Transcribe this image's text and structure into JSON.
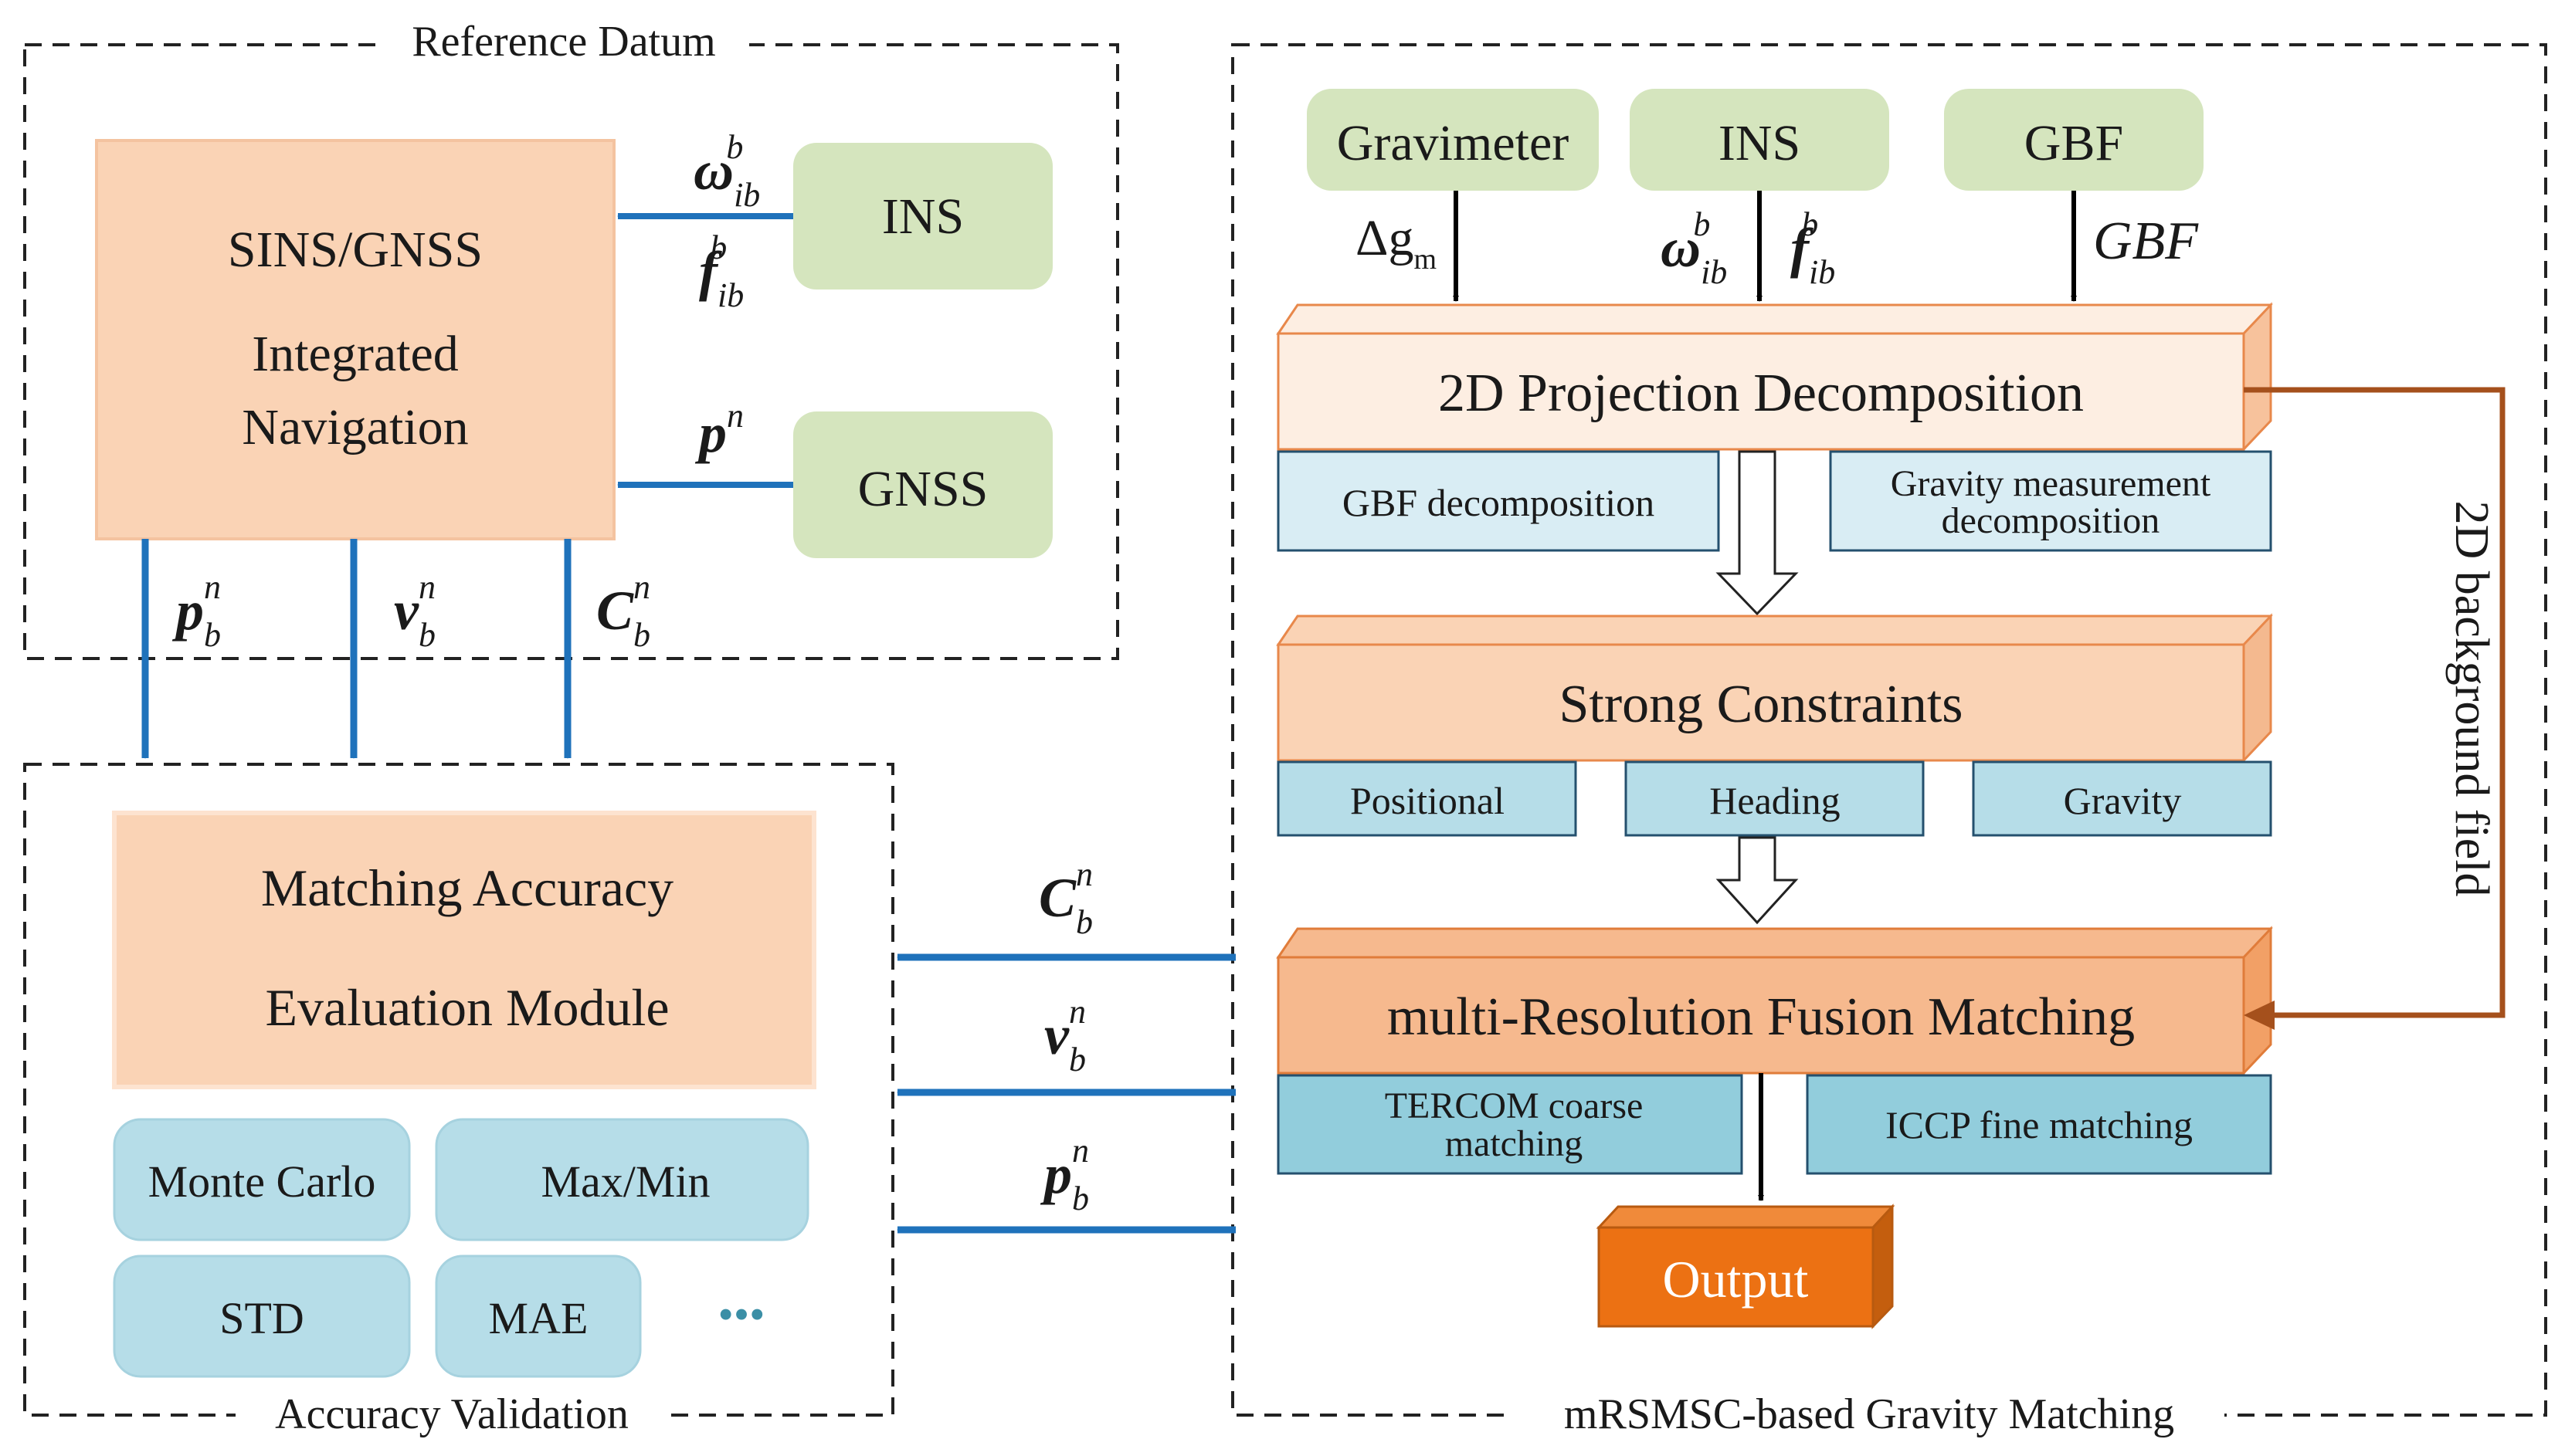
{
  "groups": {
    "reference": "Reference Datum",
    "validation": "Accuracy Validation",
    "matching": "mRSMSC-based Gravity Matching"
  },
  "reference": {
    "sins_line1": "SINS/GNSS",
    "sins_line2": "Integrated",
    "sins_line3": "Navigation",
    "ins": "INS",
    "gnss": "GNSS"
  },
  "validation": {
    "module_line1": "Matching Accuracy",
    "module_line2": "Evaluation Module",
    "metrics": [
      "Monte Carlo",
      "Max/Min",
      "STD",
      "MAE"
    ],
    "ellipsis": "•••"
  },
  "matching": {
    "sources": [
      "Gravimeter",
      "INS",
      "GBF"
    ],
    "projection": "2D Projection Decomposition",
    "projection_subs": [
      "GBF decomposition",
      "Gravity measurement",
      "decomposition"
    ],
    "constraints": "Strong Constraints",
    "constraint_subs": [
      "Positional",
      "Heading",
      "Gravity"
    ],
    "fusion": "multi-Resolution Fusion Matching",
    "fusion_subs": [
      "TERCOM coarse",
      "matching",
      "ICCP fine matching"
    ],
    "output": "Output",
    "background_field": "2D background field"
  },
  "symbols": {
    "omega": "ω",
    "f": "f",
    "p": "p",
    "v": "v",
    "C": "C",
    "ib": "ib",
    "b": "b",
    "n": "n",
    "delta_g": "Δg",
    "m": "m",
    "gbf_italic": "GBF"
  },
  "colors": {
    "peach": "#fad3b5",
    "peach_border": "#f7c7a6",
    "light_peach": "#fdeee2",
    "green": "#d5e5be",
    "light_blue": "#d9edf4",
    "blue": "#b6dde8",
    "teal": "#92cddc",
    "orange": "#ec7113",
    "arrow_blue": "#1f72bb",
    "brown": "#a5501c"
  }
}
